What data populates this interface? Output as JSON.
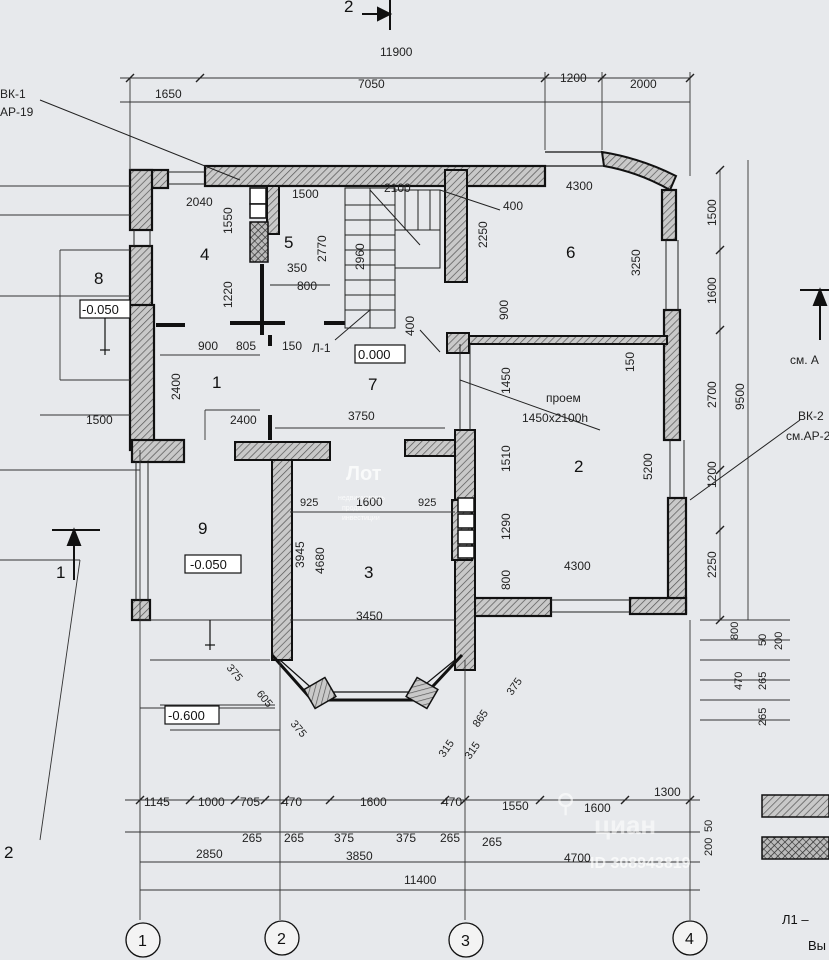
{
  "plan": {
    "overall_top": "11900",
    "top_dims": [
      "1650",
      "7050",
      "1200",
      "2000"
    ],
    "bottom_row1": [
      "1145",
      "1000",
      "705",
      "470",
      "1600",
      "470",
      "1550",
      "1600",
      "1300"
    ],
    "bottom_row2": [
      "265",
      "265",
      "375",
      "375",
      "265",
      "265"
    ],
    "bottom_row3": [
      "2850",
      "3850",
      "4700"
    ],
    "overall_bottom": "11400",
    "right_dims": [
      "1500",
      "1600",
      "2700",
      "1200",
      "2250"
    ],
    "right_total": "9500",
    "right_small": [
      "800",
      "50",
      "200",
      "470",
      "265",
      "265"
    ],
    "bottom_right_small": [
      "50",
      "200"
    ],
    "interior_dims": {
      "d2040": "2040",
      "d1500": "1500",
      "d2100": "2100",
      "d400a": "400",
      "d4300a": "4300",
      "d1550": "1550",
      "d2770": "2770",
      "d2960": "2960",
      "d2250": "2250",
      "d3250": "3250",
      "d350": "350",
      "d800": "800",
      "d1220": "1220",
      "d900v": "900",
      "d400b": "400",
      "d900": "900",
      "d805": "805",
      "d150a": "150",
      "d150b": "150",
      "d2400v": "2400",
      "d1450": "1450",
      "d2400": "2400",
      "d3750": "3750",
      "d1500left": "1500",
      "d1510": "1510",
      "d5200": "5200",
      "d925a": "925",
      "d1600": "1600",
      "d925b": "925",
      "d1290": "1290",
      "d3945": "3945",
      "d4680": "4680",
      "d800b": "800",
      "d4300b": "4300",
      "d3450": "3450",
      "d375a": "375",
      "d605": "605",
      "d375b": "375",
      "d315a": "315",
      "d865": "865",
      "d375c": "375",
      "d315b": "315"
    },
    "opening_label": "проем",
    "opening_size": "1450x2100h",
    "stair_label": "Л-1",
    "rooms": [
      "1",
      "2",
      "3",
      "4",
      "5",
      "6",
      "7",
      "8",
      "9"
    ],
    "levels": [
      "-0.050",
      "0.000",
      "-0.050",
      "-0.600"
    ],
    "section_marks": [
      "2",
      "1",
      "2"
    ],
    "callouts": [
      "ВК-1",
      "АР-19",
      "ВК-2",
      "см.АР-2",
      "см. А"
    ],
    "axes": [
      "1",
      "2",
      "3",
      "4"
    ],
    "legend_labels": [
      "Л1 –",
      "Вы"
    ],
    "watermark": {
      "agency": "Лот",
      "agency_lines": [
        "недвижимость",
        "продажа",
        "инвестиции"
      ],
      "site": "циан",
      "listing_id": "ID 308943819"
    }
  },
  "colors": {
    "paper": "#e7e9ec",
    "ink": "#1a1a1a",
    "wall_fill": "#b9b9b9"
  }
}
